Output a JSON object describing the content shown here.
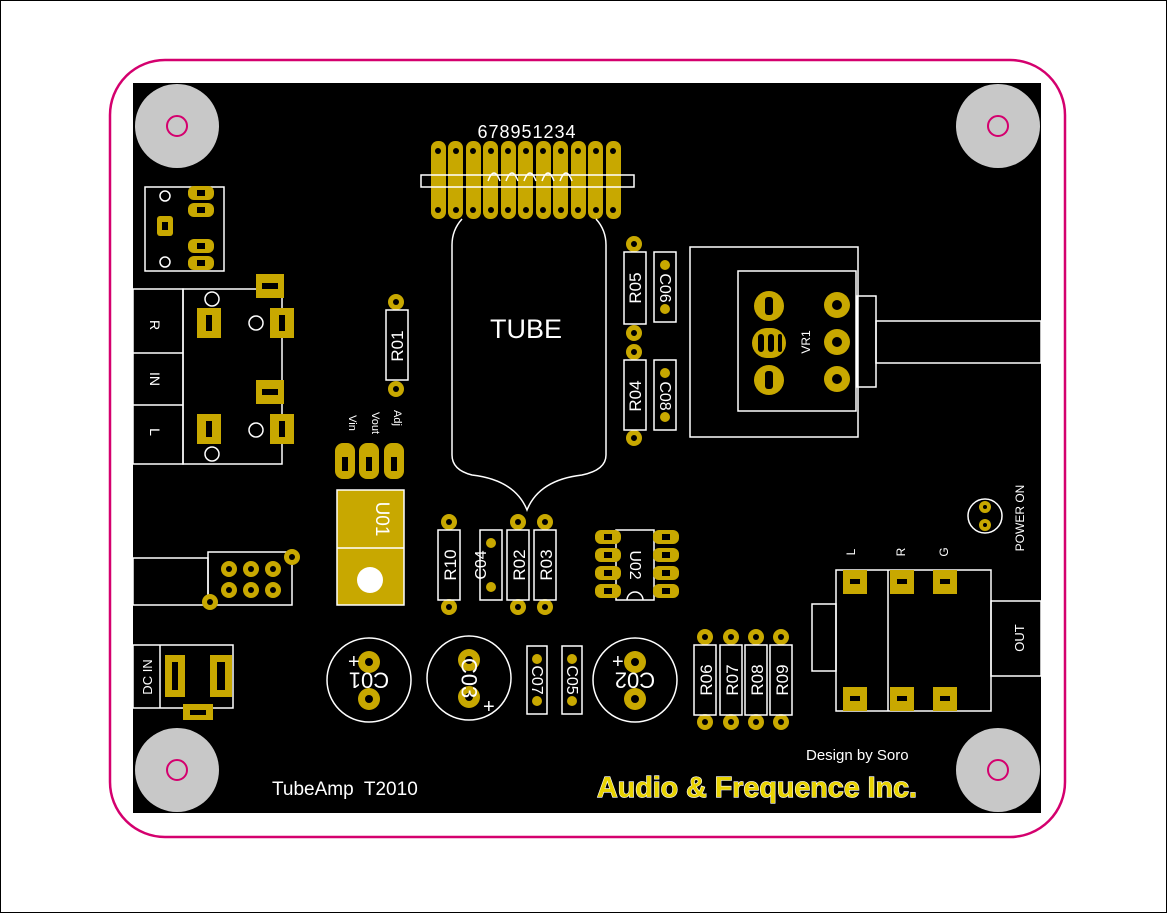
{
  "board": {
    "colors": {
      "board": "#000000",
      "outline": "#d4006e",
      "pad": "#c8a800",
      "silkscreen": "#ffffff",
      "mount_hole": "#c8c8c8",
      "logo": "#e8d200"
    },
    "header_pin_numbers": "678951234",
    "tube_label": "TUBE",
    "resistors": {
      "r01": "R01",
      "r02": "R02",
      "r03": "R03",
      "r04": "R04",
      "r05": "R05",
      "r06": "R06",
      "r07": "R07",
      "r08": "R08",
      "r09": "R09",
      "r10": "R10"
    },
    "capacitors": {
      "c01": "C01",
      "c02": "C02",
      "c03": "C03",
      "c04": "C04",
      "c05": "C05",
      "c06": "C06",
      "c07": "C07",
      "c08": "C08"
    },
    "u01": "U01",
    "u02": "U02",
    "u01_pins": {
      "vin": "Vin",
      "vout": "Vout",
      "adj": "Adj"
    },
    "vr1": "VR1",
    "input_jack": {
      "r": "R",
      "in": "IN",
      "l": "L"
    },
    "output_jack": {
      "l": "L",
      "r": "R",
      "g": "G",
      "out": "OUT"
    },
    "dc_in": "DC IN",
    "power_on": "POWER ON",
    "plus_sign": "+",
    "model": "TubeAmp  T2010",
    "designer": "Design by Soro",
    "company": "Audio & Frequence Inc."
  }
}
